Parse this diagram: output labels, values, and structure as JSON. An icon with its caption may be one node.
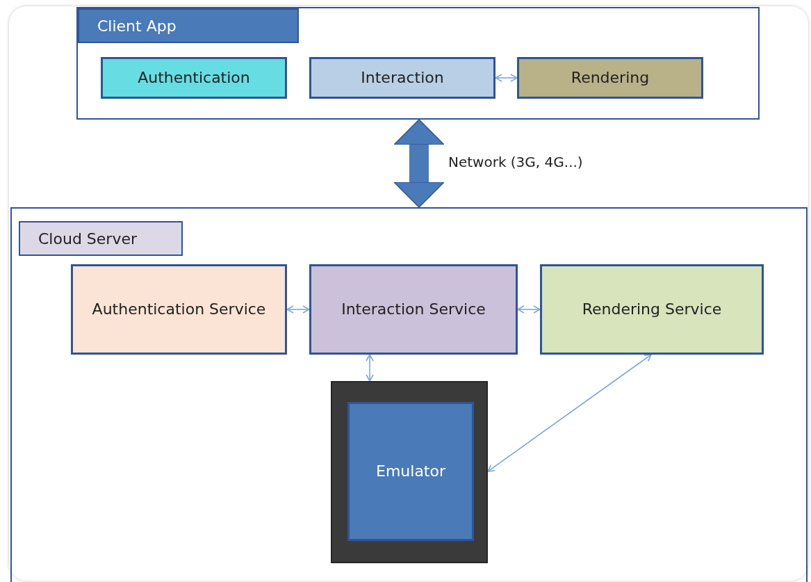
{
  "diagram": {
    "nodes": [
      {
        "text": [
          "Client App"
        ]
      },
      {
        "text": [
          "Authentication"
        ],
        "in": 0
      },
      {
        "text": [
          "Interaction"
        ],
        "in": 0
      },
      {
        "text": [
          "Rendering"
        ],
        "in": 0
      },
      {
        "text": [
          "Cloud Server"
        ]
      },
      {
        "text": [
          "Authentication Service"
        ],
        "in": 4
      },
      {
        "text": [
          "Interaction Service"
        ],
        "in": 4
      },
      {
        "text": [
          "Rendering Service"
        ],
        "in": 4
      },
      {
        "text": [],
        "shape": "box",
        "in": 4
      },
      {
        "text": [
          "Emulator"
        ],
        "in": 8
      }
    ],
    "edges": [
      {
        "from": 2,
        "to": 3,
        "arrow": "both"
      },
      {
        "from": 0,
        "to": 4,
        "arrow": "both",
        "label": "Network (3G, 4G...)",
        "style": "thick",
        "color": "#4a7ab8"
      },
      {
        "from": 5,
        "to": 6,
        "arrow": "both"
      },
      {
        "from": 6,
        "to": 7,
        "arrow": "both"
      },
      {
        "from": 6,
        "to": 8,
        "arrow": "both"
      },
      {
        "from": 7,
        "to": 8,
        "arrow": "both"
      }
    ]
  }
}
